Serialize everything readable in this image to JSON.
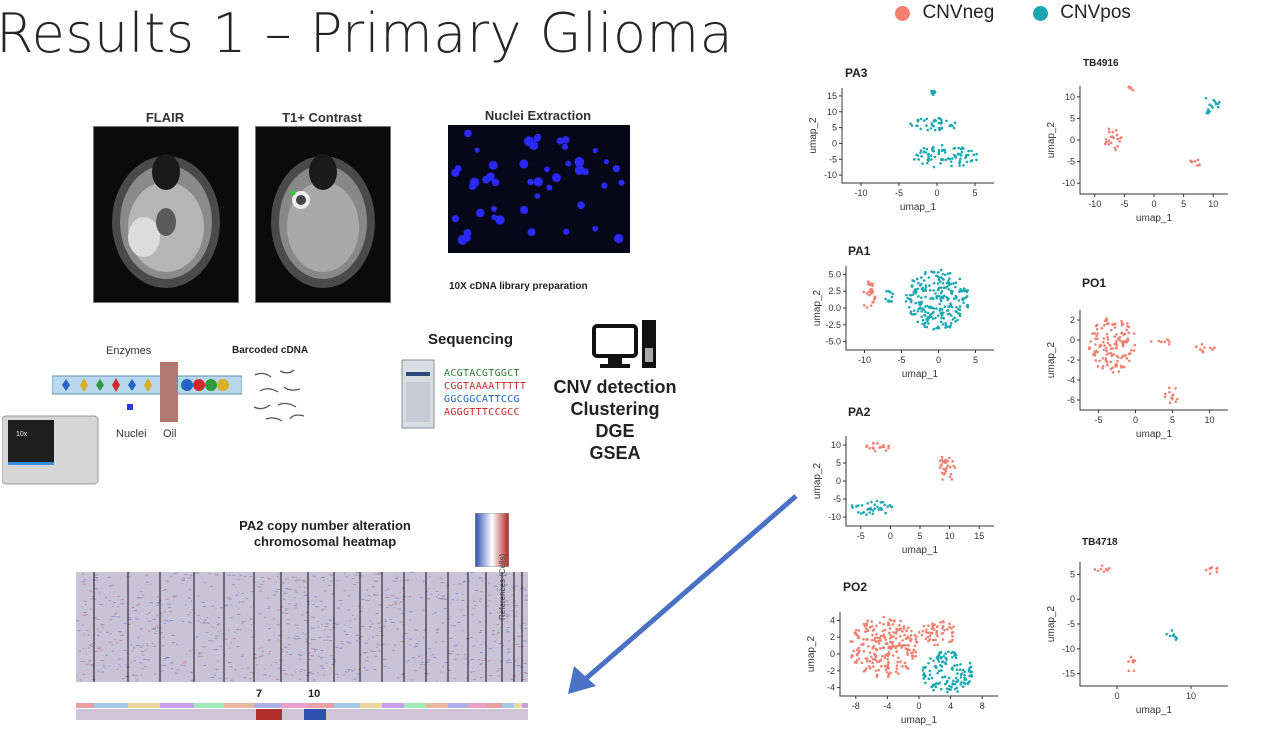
{
  "slide": {
    "title": "Results 1 – Primary Glioma"
  },
  "workflow": {
    "mri_labels": [
      "FLAIR",
      "T1+ Contrast"
    ],
    "nuclei_label": "Nuclei Extraction",
    "library_prep_label": "10X cDNA library preparation",
    "enzymes_label": "Enzymes",
    "barcoded_label": "Barcoded cDNA",
    "nuclei_small_label": "Nuclei",
    "oil_label": "Oil",
    "sequencing_label": "Sequencing",
    "sequences": [
      {
        "text": "ACGTACGTGGCT"
      },
      {
        "text": "CGGTAAAATTTTT"
      },
      {
        "text": "GGCGGCATTCCG"
      },
      {
        "text": "AGGGTTTCCGCC"
      }
    ],
    "analysis_steps": [
      "CNV detection",
      "Clustering",
      "DGE",
      "GSEA"
    ]
  },
  "heatmap": {
    "title_line1": "PA2  copy number alteration",
    "title_line2": "chromosomal heatmap",
    "reference_label": "References (Cells)",
    "chromosome_labels": [
      "7",
      "10"
    ]
  },
  "legend": {
    "items": [
      {
        "label": "CNVneg",
        "color": "#f08070"
      },
      {
        "label": "CNVpos",
        "color": "#1aa8b0"
      }
    ]
  },
  "colors": {
    "cnv_neg": "#f08070",
    "cnv_pos": "#1aa8b0",
    "arrow": "#4a72c4"
  },
  "umap_plots": [
    {
      "name": "PA3",
      "xlabel": "umap_1",
      "ylabel": "umap_2",
      "xticks": [
        "-10",
        "-5",
        "0",
        "5"
      ],
      "yticks": [
        "15",
        "10",
        "5",
        "0",
        "-5",
        "-10"
      ]
    },
    {
      "name": "TB4916",
      "xlabel": "umap_1",
      "ylabel": "umap_2",
      "xticks": [
        "-10",
        "-5",
        "0",
        "5",
        "10"
      ],
      "yticks": [
        "10",
        "5",
        "0",
        "-5",
        "-10"
      ]
    },
    {
      "name": "PA1",
      "xlabel": "umap_1",
      "ylabel": "umap_2",
      "xticks": [
        "-10",
        "-5",
        "0",
        "5"
      ],
      "yticks": [
        "5.0",
        "2.5",
        "0.0",
        "-2.5",
        "-5.0"
      ]
    },
    {
      "name": "PO1",
      "xlabel": "umap_1",
      "ylabel": "umap_2",
      "xticks": [
        "-5",
        "0",
        "5",
        "10"
      ],
      "yticks": [
        "2",
        "0",
        "-2",
        "-4",
        "-6"
      ]
    },
    {
      "name": "PA2",
      "xlabel": "umap_1",
      "ylabel": "umap_2",
      "xticks": [
        "-5",
        "0",
        "5",
        "10",
        "15"
      ],
      "yticks": [
        "10",
        "5",
        "0",
        "-5",
        "-10"
      ]
    },
    {
      "name": "TB4718",
      "xlabel": "umap_1",
      "ylabel": "umap_2",
      "xticks": [
        "0",
        "10"
      ],
      "yticks": [
        "5",
        "0",
        "-5",
        "-10",
        "-15"
      ]
    },
    {
      "name": "PO2",
      "xlabel": "umap_1",
      "ylabel": "umap_2",
      "xticks": [
        "-8",
        "-4",
        "0",
        "4",
        "8"
      ],
      "yticks": [
        "4",
        "2",
        "0",
        "-2",
        "-4"
      ]
    }
  ]
}
